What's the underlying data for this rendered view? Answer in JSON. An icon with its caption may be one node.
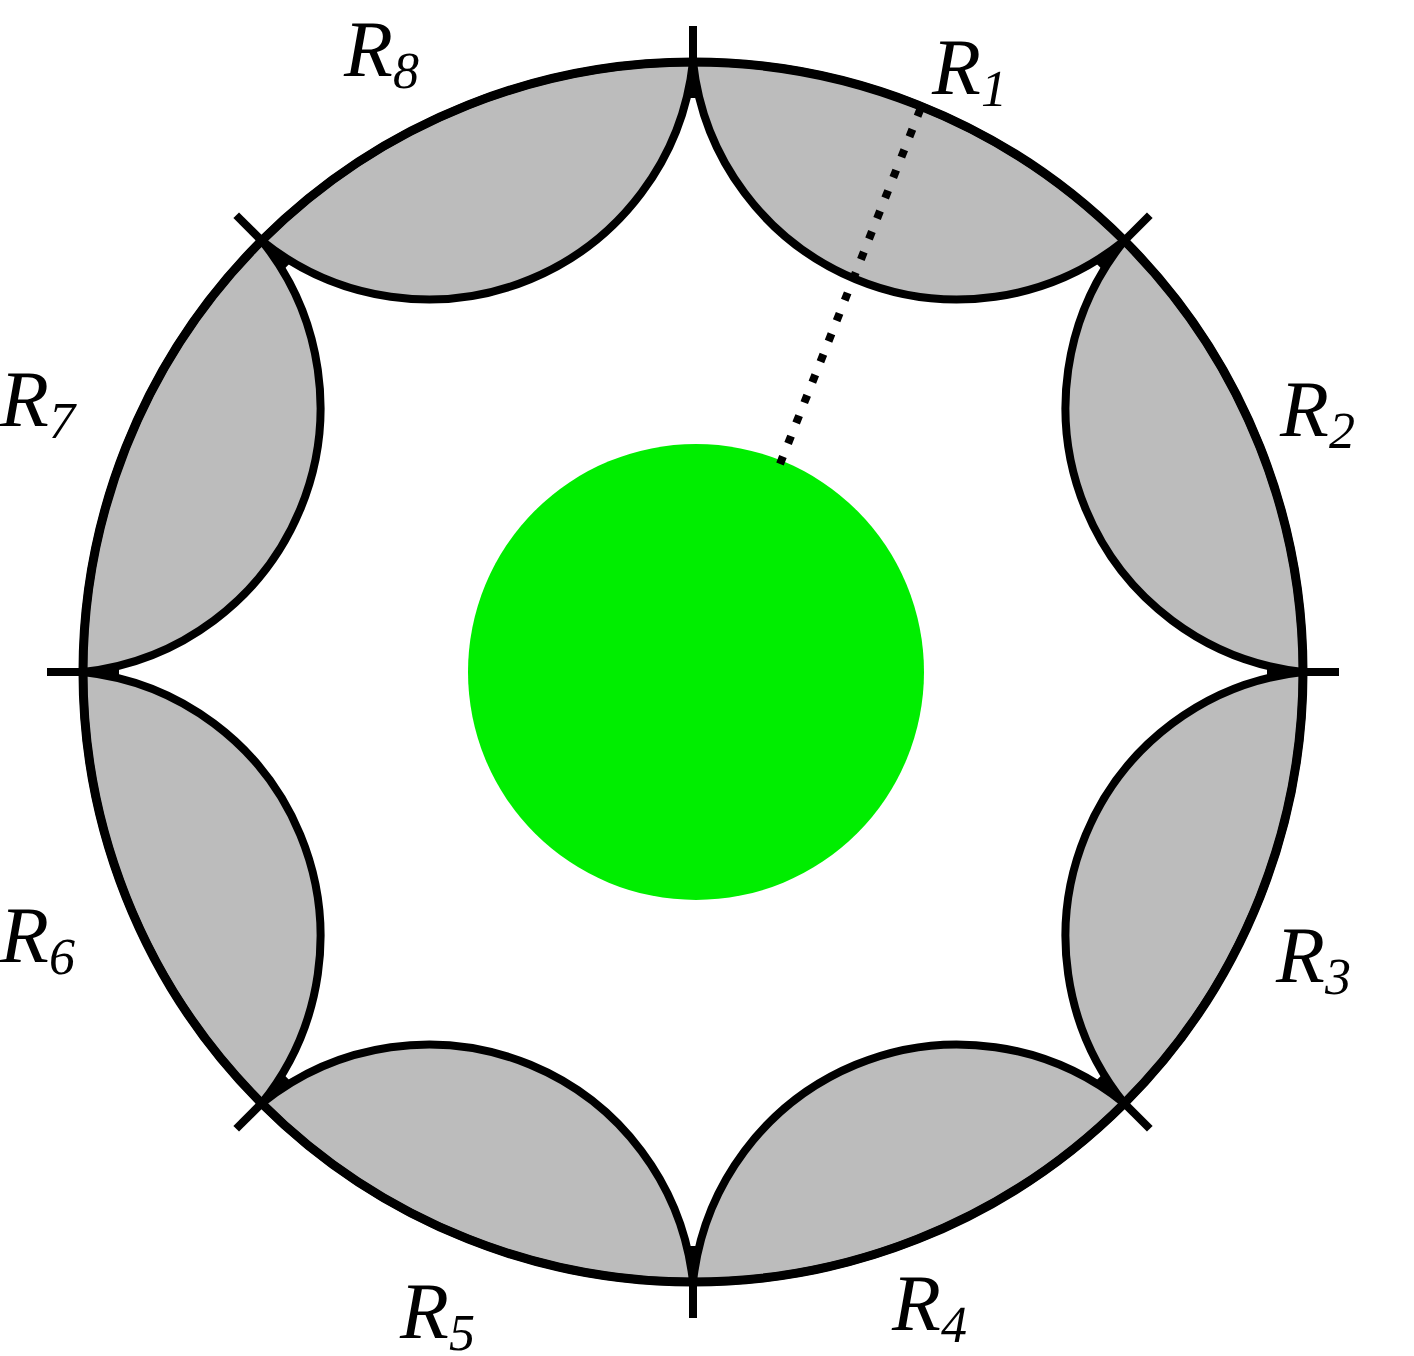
{
  "diagram": {
    "labels": [
      "R$_{8}$",
      "R$_{1}$",
      "R$_{7}$",
      "R$_{2}$",
      "R$_{6}$",
      "R$_{3}$",
      "R$_{5}$",
      "R$_{4}$"
    ]
  }
}
